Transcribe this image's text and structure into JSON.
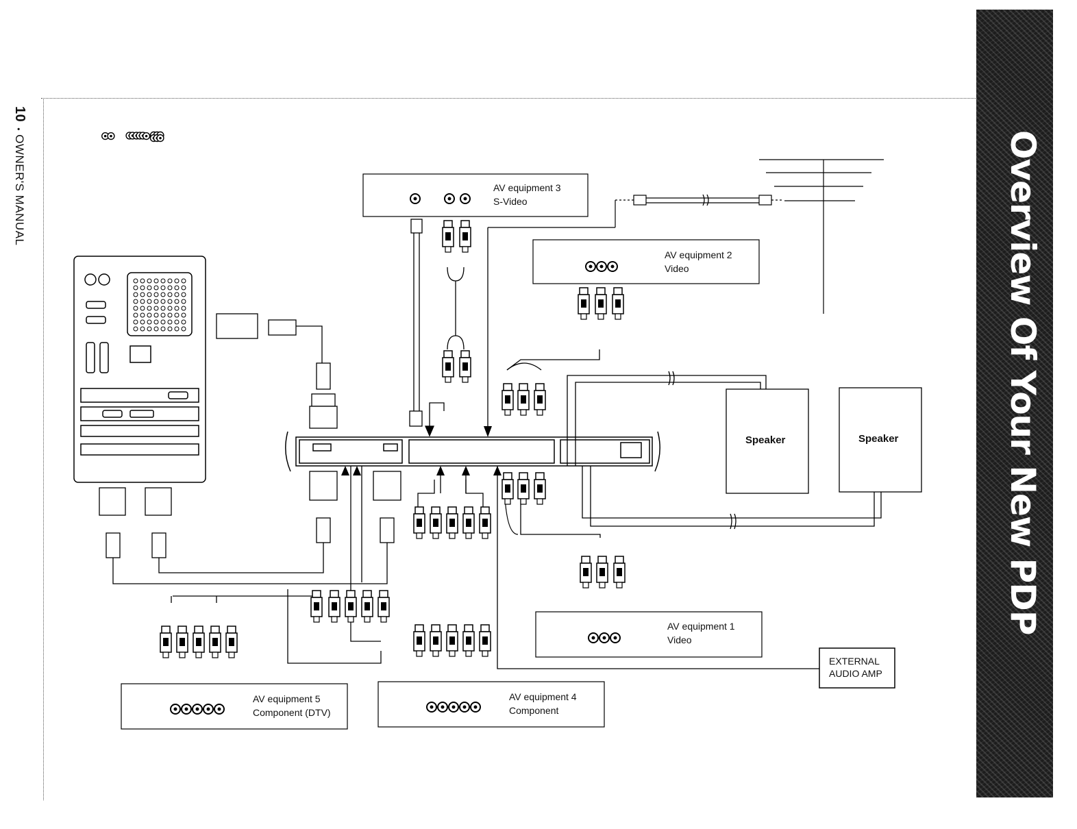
{
  "page": {
    "number": "10",
    "bullet": "•",
    "manual": "OWNER'S MANUAL",
    "banner_title": "Overview Of Your New PDP"
  },
  "equipment": {
    "av3": {
      "title": "AV equipment 3",
      "type": "S-Video"
    },
    "av2": {
      "title": "AV equipment 2",
      "type": "Video"
    },
    "av1": {
      "title": "AV equipment 1",
      "type": "Video"
    },
    "av5": {
      "title": "AV equipment 5",
      "type": "Component (DTV)"
    },
    "av4": {
      "title": "AV equipment 4",
      "type": "Component"
    }
  },
  "speakers": {
    "left": "Speaker",
    "right": "Speaker"
  },
  "amp": {
    "line1": "EXTERNAL",
    "line2": "AUDIO AMP"
  }
}
